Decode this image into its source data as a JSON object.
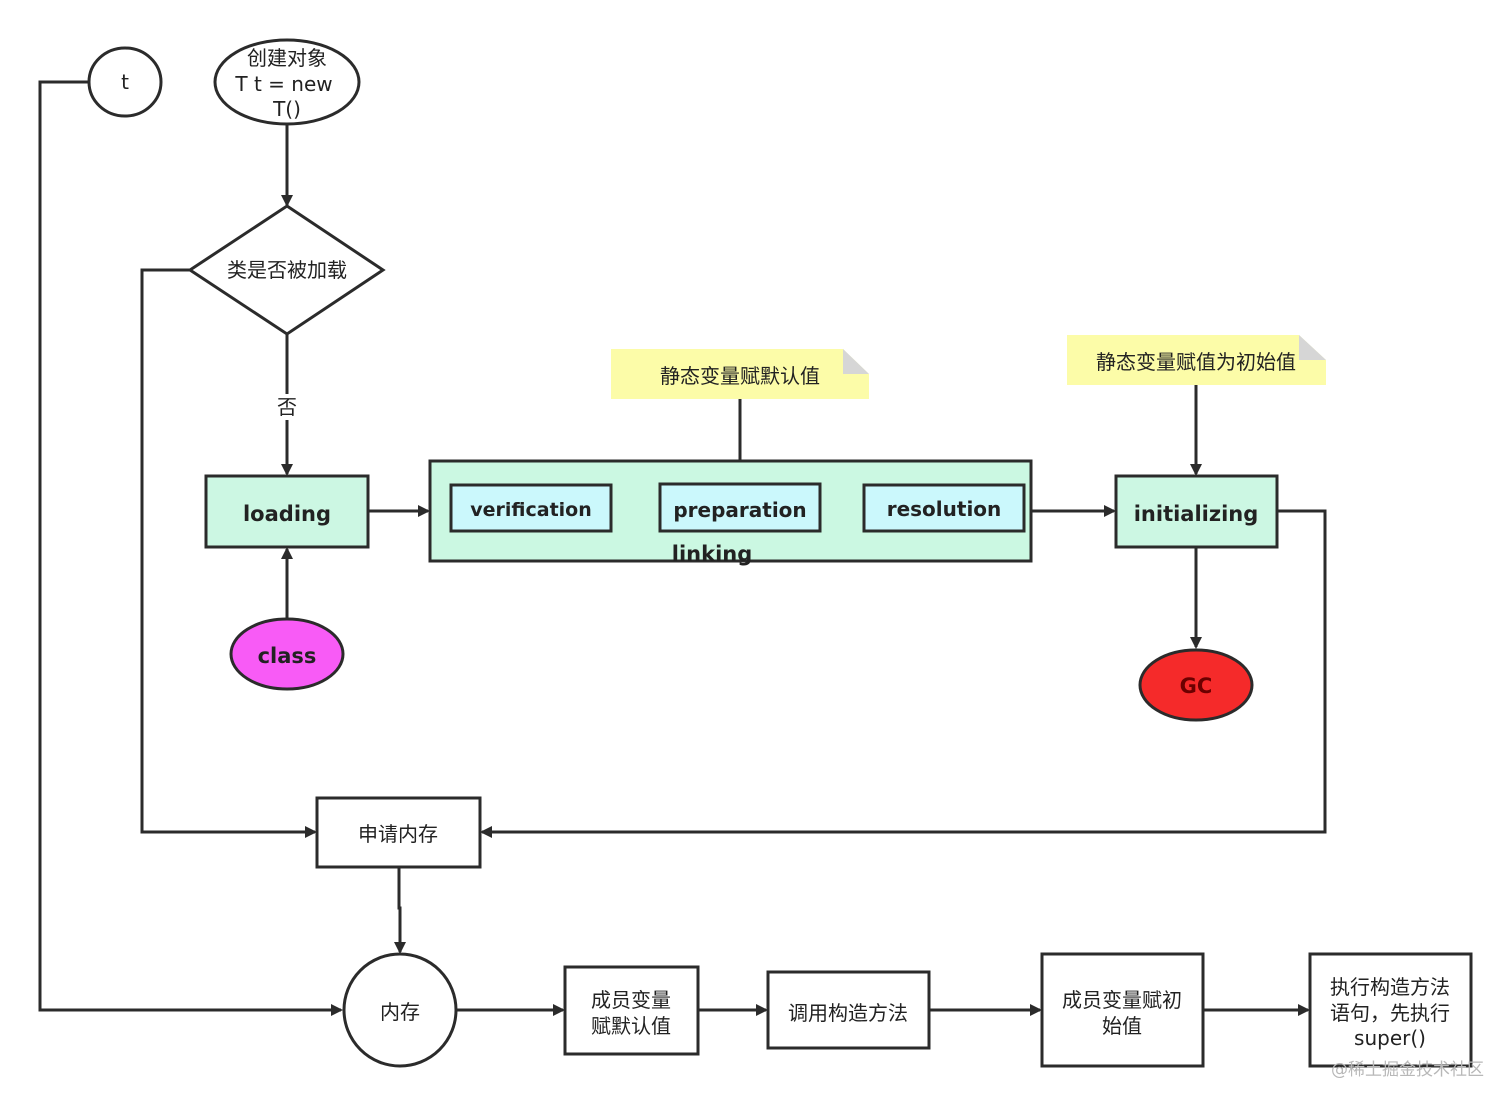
{
  "nodes": {
    "t_var": "t",
    "create_object": [
      "创建对象",
      "T t = new",
      "T()"
    ],
    "is_class_loaded": "类是否被加载",
    "no_label": "否",
    "loading": "loading",
    "verification": "verification",
    "preparation": "preparation",
    "resolution": "resolution",
    "linking": "linking",
    "initializing": "initializing",
    "class": "class",
    "gc": "GC",
    "apply_memory": "申请内存",
    "memory": "内存",
    "member_default": [
      "成员变量",
      "赋默认值"
    ],
    "call_constructor": "调用构造方法",
    "member_initial": [
      "成员变量赋初",
      "始值"
    ],
    "execute_constructor": [
      "执行构造方法",
      "语句，先执行",
      "super()"
    ]
  },
  "notes": {
    "static_default": "静态变量赋默认值",
    "static_initial": "静态变量赋值为初始值"
  },
  "watermark": "@稀土掘金技术社区",
  "colors": {
    "stage_fill": "#ccf7e3",
    "linking_fill": "#cbf8e2",
    "sub_stage_fill": "#cbf8fc",
    "class_fill": "#f85bf6",
    "gc_fill": "#f52a2a",
    "gc_text": "#6b0000",
    "note_fill": "#fcfca8",
    "note_fold": "#d6d6d6",
    "stroke": "#2b2b2b"
  }
}
